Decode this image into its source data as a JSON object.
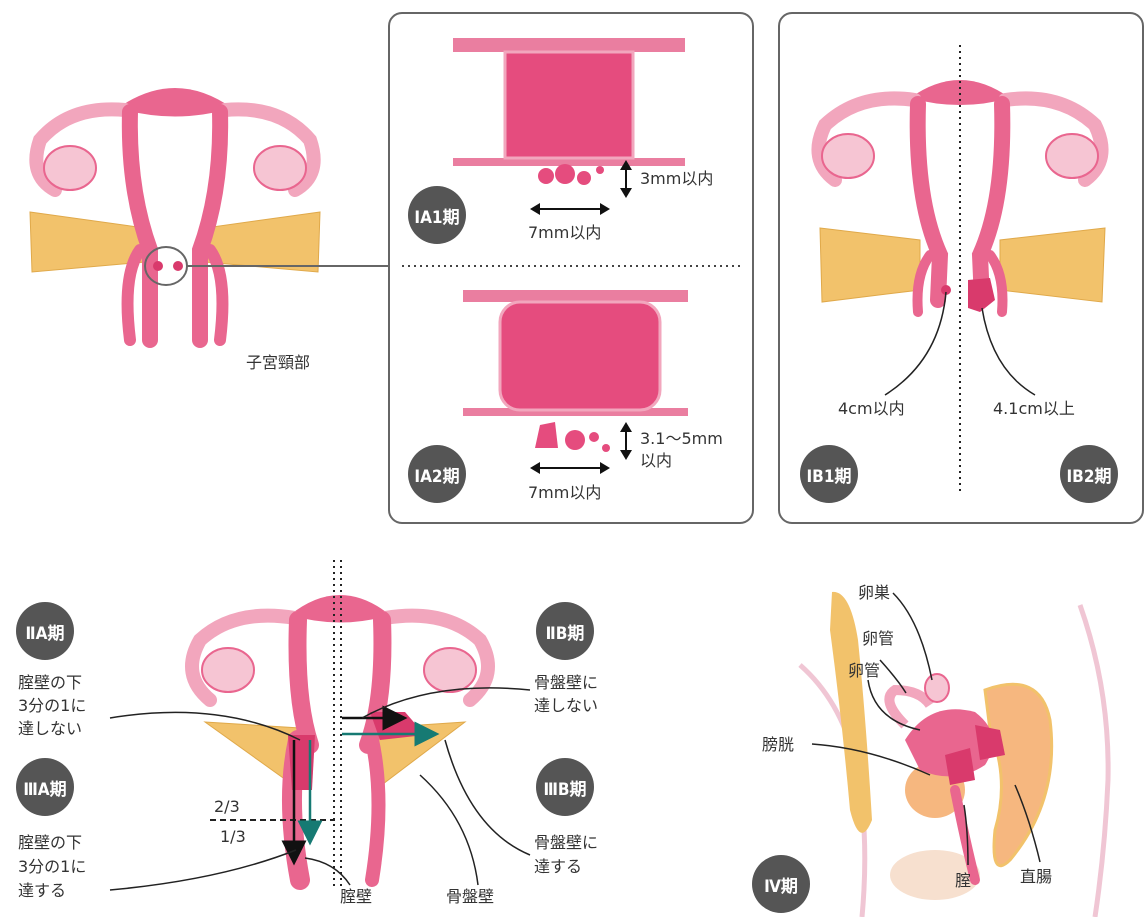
{
  "colors": {
    "pink": "#e9668f",
    "pink_light": "#f2a6bd",
    "pink_dark": "#d93a6c",
    "ovary": "#f6c5d3",
    "ligament": "#f2c26b",
    "badge": "#555555",
    "arrow_black": "#111111",
    "arrow_teal": "#167a73"
  },
  "top_left": {
    "cervix_label": "子宮頸部"
  },
  "ia": {
    "ia1_badge": "IA1期",
    "ia1_depth": "3mm以内",
    "ia1_width": "7mm以内",
    "ia2_badge": "IA2期",
    "ia2_depth_line1": "3.1〜5mm",
    "ia2_depth_line2": "以内",
    "ia2_width": "7mm以内"
  },
  "ib": {
    "ib1_badge": "IB1期",
    "ib2_badge": "IB2期",
    "ib1_size": "4cm以内",
    "ib2_size": "4.1cm以上"
  },
  "stage2": {
    "iia_badge": "ⅡA期",
    "iia_line1": "腟壁の下",
    "iia_line2": "3分の1に",
    "iia_line3": "達しない",
    "iiia_badge": "ⅢA期",
    "iiia_line1": "腟壁の下",
    "iiia_line2": "3分の1に",
    "iiia_line3": "達する",
    "iib_badge": "ⅡB期",
    "iib_line1": "骨盤壁に",
    "iib_line2": "達しない",
    "iiib_badge": "ⅢB期",
    "iiib_line1": "骨盤壁に",
    "iiib_line2": "達する",
    "two_thirds": "2/3",
    "one_third": "1/3",
    "vaginal_wall": "腟壁",
    "pelvic_wall": "骨盤壁"
  },
  "stage4": {
    "badge": "Ⅳ期",
    "ovary": "卵巣",
    "tube1": "卵管",
    "tube2": "卵管",
    "bladder": "膀胱",
    "vagina": "腟",
    "rectum": "直腸"
  }
}
